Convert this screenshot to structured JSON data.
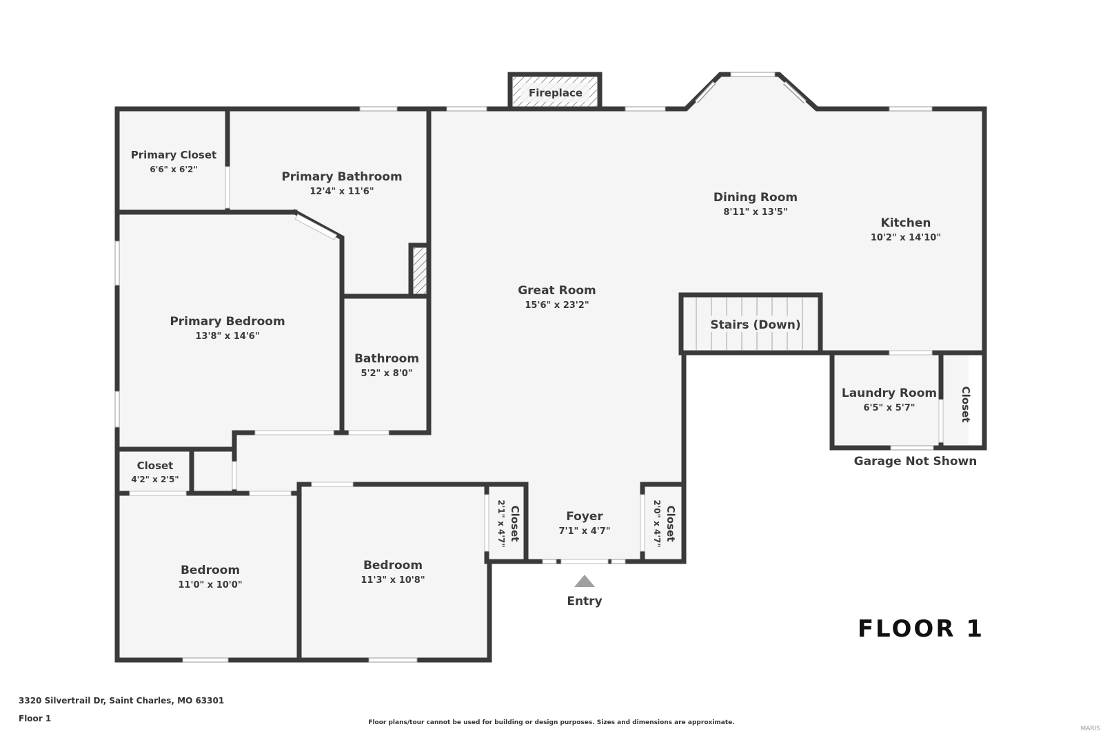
{
  "plan": {
    "floor_title": "FLOOR 1",
    "fireplace": "Fireplace",
    "entry_label": "Entry",
    "garage_note": "Garage Not Shown",
    "rooms": {
      "primary_closet": {
        "name": "Primary Closet",
        "dims": "6'6\" x 6'2\""
      },
      "primary_bathroom": {
        "name": "Primary Bathroom",
        "dims": "12'4\" x 11'6\""
      },
      "primary_bedroom": {
        "name": "Primary Bedroom",
        "dims": "13'8\" x 14'6\""
      },
      "bathroom": {
        "name": "Bathroom",
        "dims": "5'2\" x 8'0\""
      },
      "great_room": {
        "name": "Great Room",
        "dims": "15'6\" x 23'2\""
      },
      "dining_room": {
        "name": "Dining Room",
        "dims": "8'11\" x 13'5\""
      },
      "kitchen": {
        "name": "Kitchen",
        "dims": "10'2\" x 14'10\""
      },
      "stairs": {
        "name": "Stairs (Down)"
      },
      "laundry_room": {
        "name": "Laundry Room",
        "dims": "6'5\" x 5'7\""
      },
      "laundry_closet": {
        "name": "Closet"
      },
      "hall_closet": {
        "name": "Closet",
        "dims": "4'2\" x 2'5\""
      },
      "bedroom_left": {
        "name": "Bedroom",
        "dims": "11'0\" x 10'0\""
      },
      "bedroom_right": {
        "name": "Bedroom",
        "dims": "11'3\" x 10'8\""
      },
      "bedroom_closet": {
        "name": "Closet",
        "dims": "2'1\" x 4'7\""
      },
      "foyer": {
        "name": "Foyer",
        "dims": "7'1\" x 4'7\""
      },
      "foyer_closet": {
        "name": "Closet",
        "dims": "2'0\" x 4'7\""
      }
    }
  },
  "footer": {
    "address": "3320 Silvertrail Dr, Saint Charles, MO 63301",
    "floor": "Floor 1",
    "disclaimer": "Floor plans/tour cannot be used for building or design purposes. Sizes and dimensions are approximate.",
    "watermark": "MARIS"
  },
  "colors": {
    "wall": "#3a3a3a",
    "floor": "#f5f5f5",
    "window": "#cfcfcf"
  }
}
